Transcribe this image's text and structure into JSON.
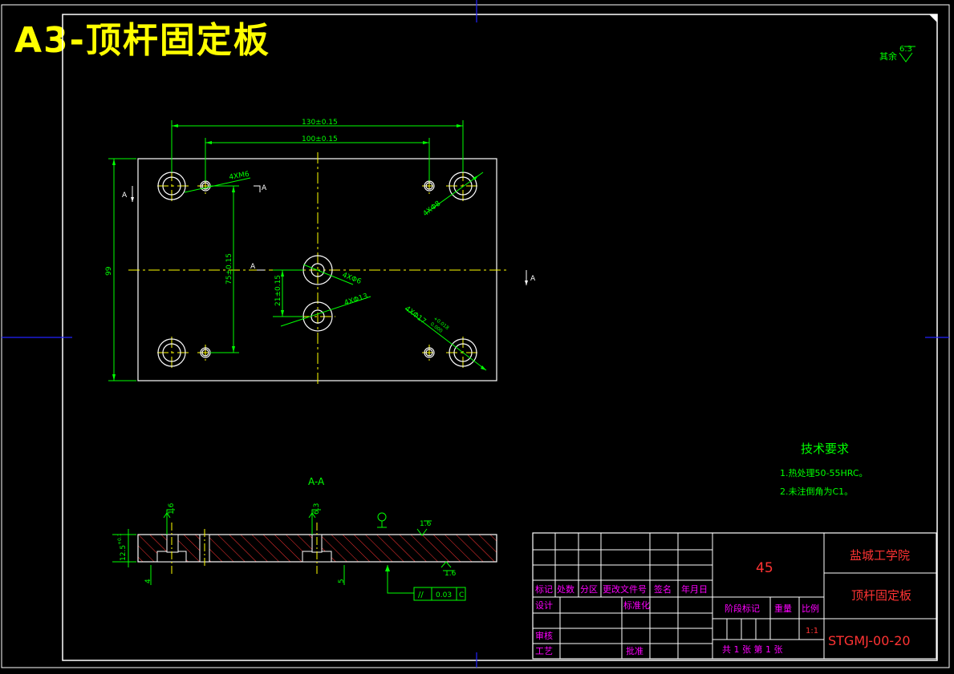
{
  "title": "A3-顶杆固定板",
  "roughness_note": {
    "label": "其余",
    "value": "6.3"
  },
  "dimensions": {
    "width_130": "130±0.15",
    "width_100": "100±0.15",
    "thread_holes": "4XM6",
    "holes_phi8": "4XΦ8",
    "height_99": "99",
    "height_75": "75±0.15",
    "height_21": "21±0.15",
    "holes_phi6": "4XΦ6",
    "holes_phi13": "4XΦ13",
    "holes_phi17": "4XΦ17",
    "tolerance_upper": "+0.018",
    "tolerance_lower": "0.000",
    "thickness": "12.5",
    "thickness_tol": "+0.1",
    "depth_4": "4",
    "depth_5": "5",
    "rough_16a": "1.6",
    "rough_63": "6.3",
    "rough_16b": "1.6",
    "rough_16c": "1.6"
  },
  "section_markers": {
    "a1": "A",
    "a2": "A",
    "a3": "A",
    "a4": "A",
    "section_label": "A-A"
  },
  "tolerance_frame": {
    "symbol": "//",
    "value": "0.03",
    "datum": "C"
  },
  "tech_requirements": {
    "heading": "技术要求",
    "items": [
      "1.热处理50-55HRC。",
      "2.未注倒角为C1。"
    ]
  },
  "title_block": {
    "material": "45",
    "school": "盐城工学院",
    "part_name": "顶杆固定板",
    "drawing_no": "STGMJ-00-20",
    "headers": [
      "标记",
      "处数",
      "分区",
      "更改文件号",
      "签名",
      "年月日"
    ],
    "design": "设计",
    "standardize": "标准化",
    "review": "审核",
    "process": "工艺",
    "approve": "批准",
    "stage_mark": "阶段标记",
    "weight": "重量",
    "scale_label": "比例",
    "scale": "1:1",
    "sheets": "共 1 张 第 1 张"
  },
  "colors": {
    "geometry": "#ffffff",
    "dimension": "#00ff00",
    "centerline": "#ffff00",
    "frame": "#2222ff",
    "text_magenta": "#ff00ff",
    "text_red": "#ff3333",
    "title_yellow": "#ffff00",
    "hatch": "#ff3333"
  }
}
